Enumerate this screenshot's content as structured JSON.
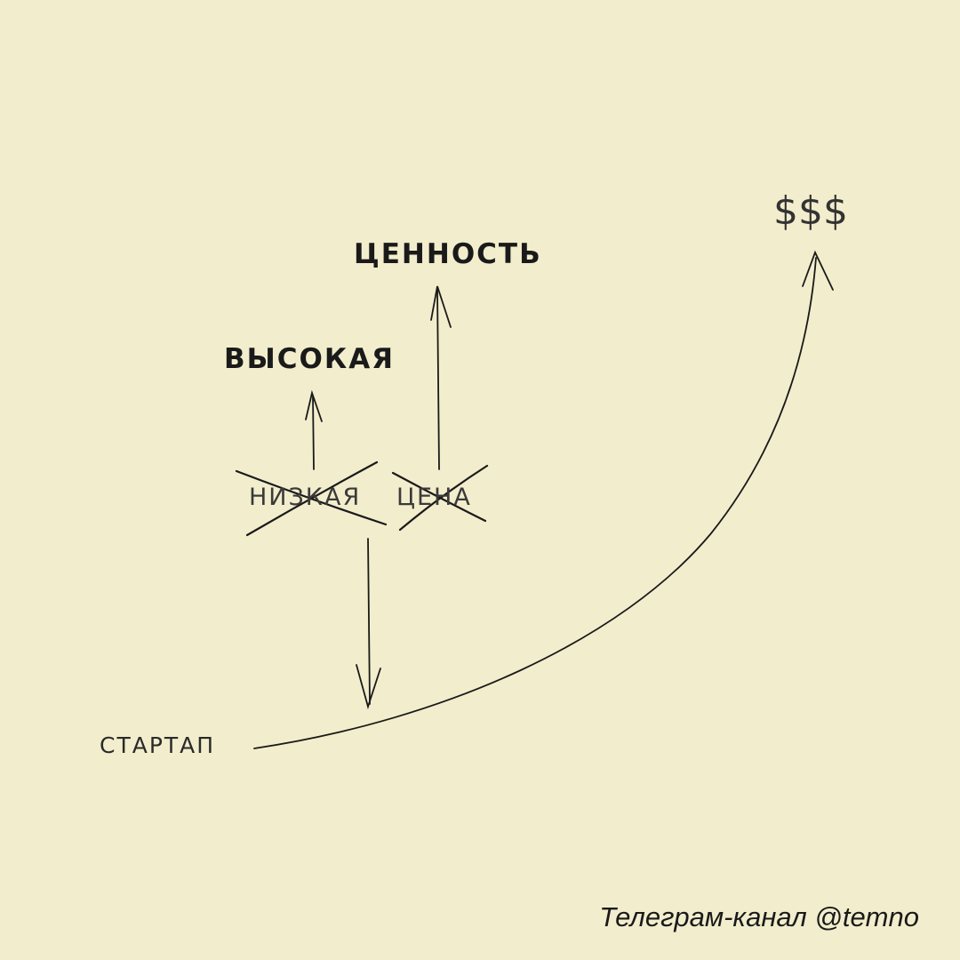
{
  "labels": {
    "value": "ЦЕННОСТЬ",
    "high": "ВЫСОКАЯ",
    "low": "НИЗКАЯ",
    "price": "ЦЕНА",
    "startup": "СТАРТАП",
    "money": "$$$"
  },
  "footer": {
    "text": "Телеграм-канал @temno"
  },
  "colors": {
    "background": "#f2edcc",
    "ink": "#1a1a1a"
  }
}
